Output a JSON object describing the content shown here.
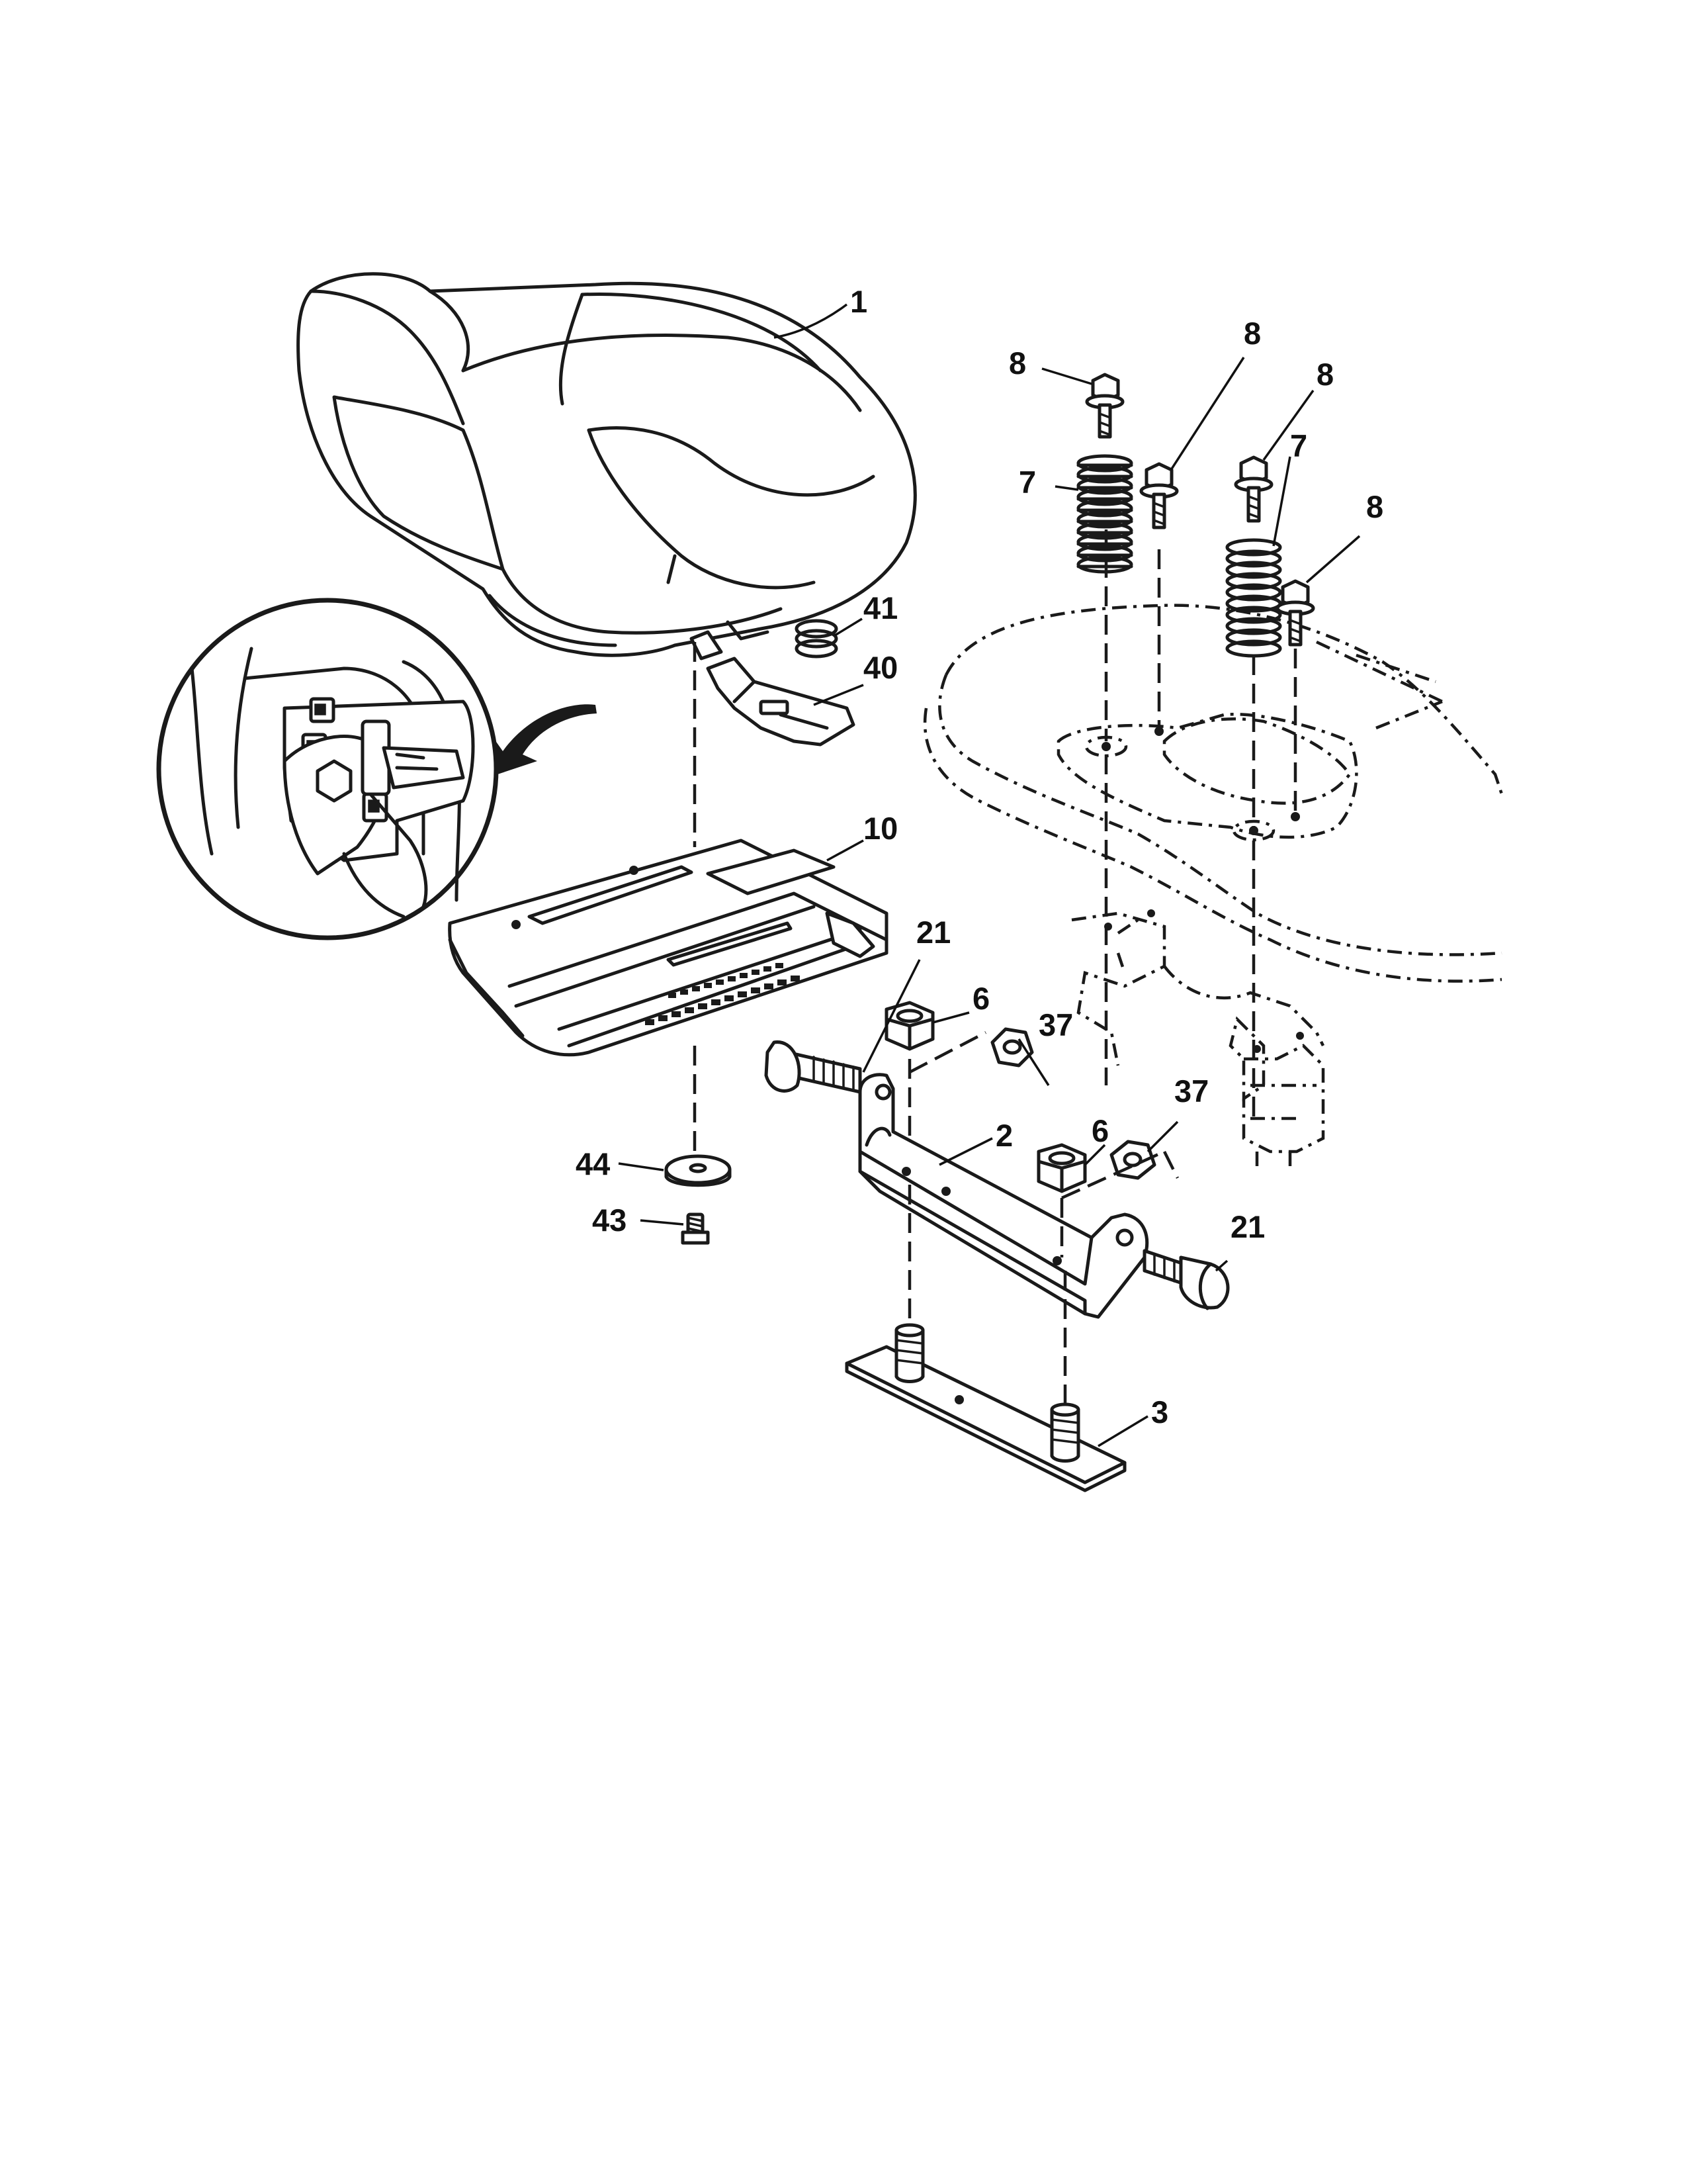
{
  "colors": {
    "ink": "#1a1a1a",
    "paper": "#ffffff",
    "shade": "#d6d6d6"
  },
  "callouts": [
    {
      "id": "seat",
      "text": "1"
    },
    {
      "id": "pan-bracket",
      "text": "2"
    },
    {
      "id": "stud-plate",
      "text": "3"
    },
    {
      "id": "locknut-a",
      "text": "6"
    },
    {
      "id": "locknut-b",
      "text": "6"
    },
    {
      "id": "spring-left",
      "text": "7"
    },
    {
      "id": "spring-right",
      "text": "7"
    },
    {
      "id": "bolt-a",
      "text": "8"
    },
    {
      "id": "bolt-b",
      "text": "8"
    },
    {
      "id": "bolt-c",
      "text": "8"
    },
    {
      "id": "bolt-d",
      "text": "8"
    },
    {
      "id": "seat-pan",
      "text": "10"
    },
    {
      "id": "shoulder-bolt-a",
      "text": "21"
    },
    {
      "id": "shoulder-bolt-b",
      "text": "21"
    },
    {
      "id": "nut-a",
      "text": "37"
    },
    {
      "id": "nut-b",
      "text": "37"
    },
    {
      "id": "seat-switch-clip",
      "text": "40"
    },
    {
      "id": "small-spring",
      "text": "41"
    },
    {
      "id": "screw",
      "text": "43"
    },
    {
      "id": "washer",
      "text": "44"
    }
  ]
}
